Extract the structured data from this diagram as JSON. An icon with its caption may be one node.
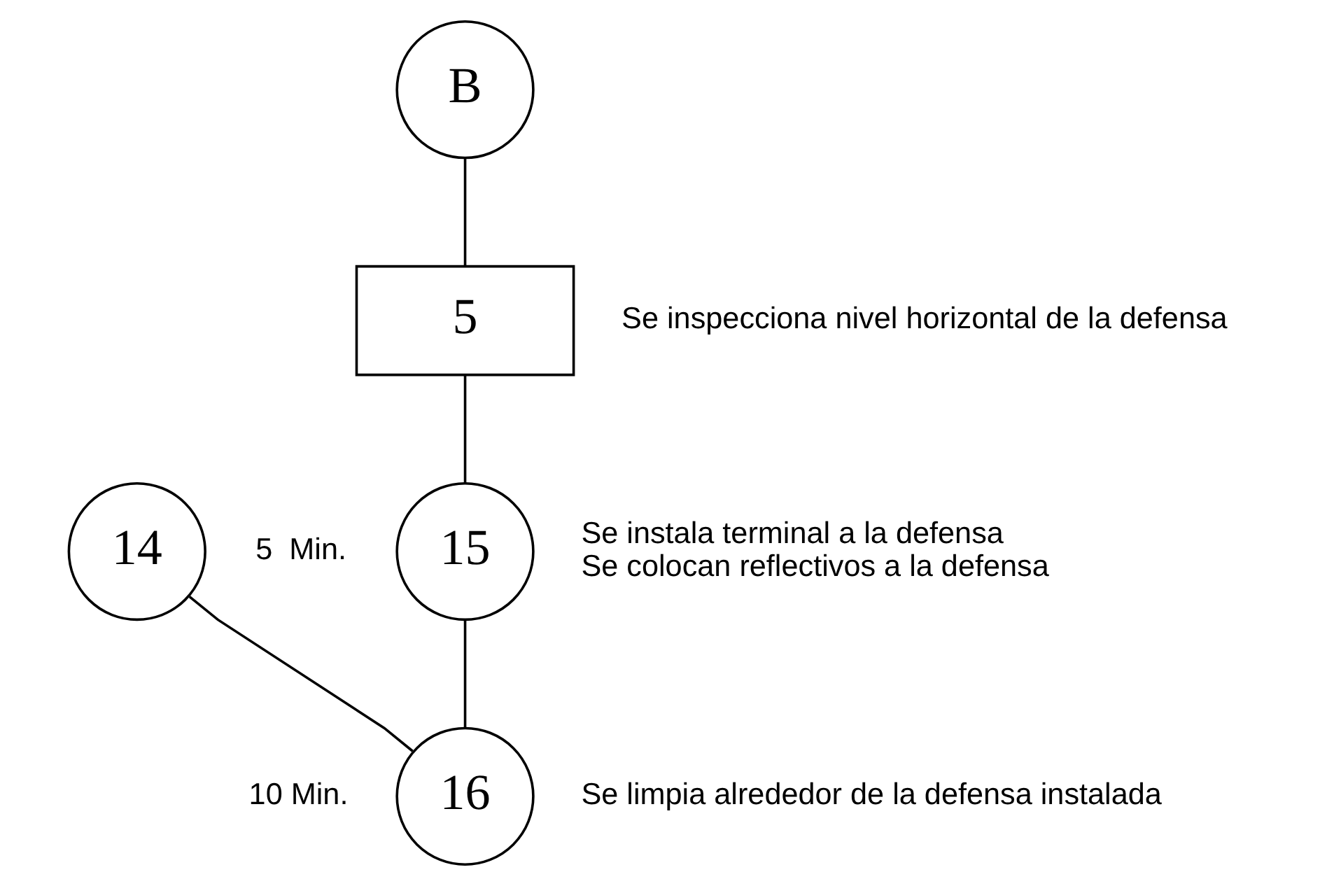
{
  "diagram": {
    "nodes": [
      {
        "text": [
          "B"
        ]
      },
      {
        "text": [
          "5"
        ],
        "beside": [
          "Se inspecciona nivel horizontal de la defensa"
        ]
      },
      {
        "text": [
          "14"
        ]
      },
      {
        "text": [
          "15"
        ],
        "beside": [
          "5  Min.",
          "Se instala terminal a la defensa",
          "Se colocan reflectivos a la defensa"
        ]
      },
      {
        "text": [
          "16"
        ],
        "beside": [
          "10 Min.",
          "Se limpia alrededor de la defensa instalada"
        ]
      }
    ],
    "edges": [
      {
        "from": 0,
        "to": 1,
        "arrow": "none"
      },
      {
        "from": 1,
        "to": 3,
        "arrow": "none"
      },
      {
        "from": 3,
        "to": 4,
        "arrow": "none"
      },
      {
        "from": 2,
        "to": 4,
        "arrow": "none"
      }
    ]
  }
}
